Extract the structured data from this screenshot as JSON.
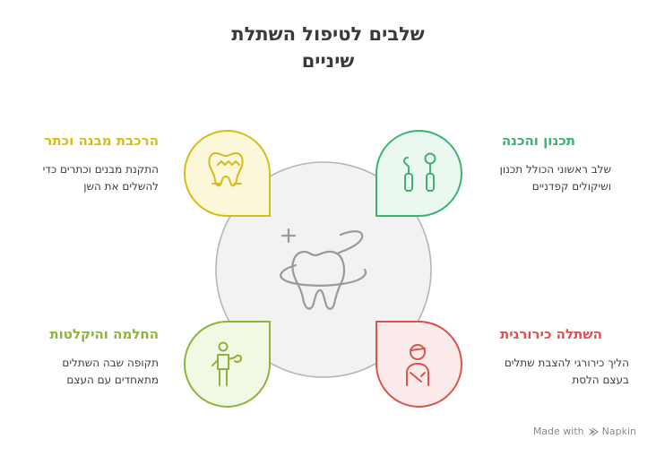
{
  "title_line1": "שלבים לטיפול השתלת",
  "title_line2": "שיניים",
  "steps": [
    {
      "title": "תכנון והכנה",
      "desc_line1": "שלב ראשוני הכולל תכנון",
      "desc_line2": "ושיקולים קפדניים",
      "color": "#3cb371",
      "fill": "#eaf8ef",
      "icon": "dental-tools-icon"
    },
    {
      "title": "הרכבת מבנה וכתר",
      "desc_line1": "התקנת מבנים וכתרים כדי",
      "desc_line2": "להשלים את השן",
      "color": "#d4bd1a",
      "fill": "#fcf7d9",
      "icon": "tooth-crown-icon"
    },
    {
      "title": "השתלה כירורגית",
      "desc_line1": "הליך כירורגי להצבת שתלים",
      "desc_line2": "בעצם הלסת",
      "color": "#d9534f",
      "fill": "#fbeaea",
      "icon": "surgeon-icon"
    },
    {
      "title": "החלמה והיקלטות",
      "desc_line1": "תקופה שבה השתלים",
      "desc_line2": "מתאחדים עם העצם",
      "color": "#8db43a",
      "fill": "#f1f8e3",
      "icon": "healing-person-icon"
    }
  ],
  "center_icon": "clean-tooth-icon",
  "footer": {
    "made_with": "Made with",
    "brand": "Napkin"
  }
}
